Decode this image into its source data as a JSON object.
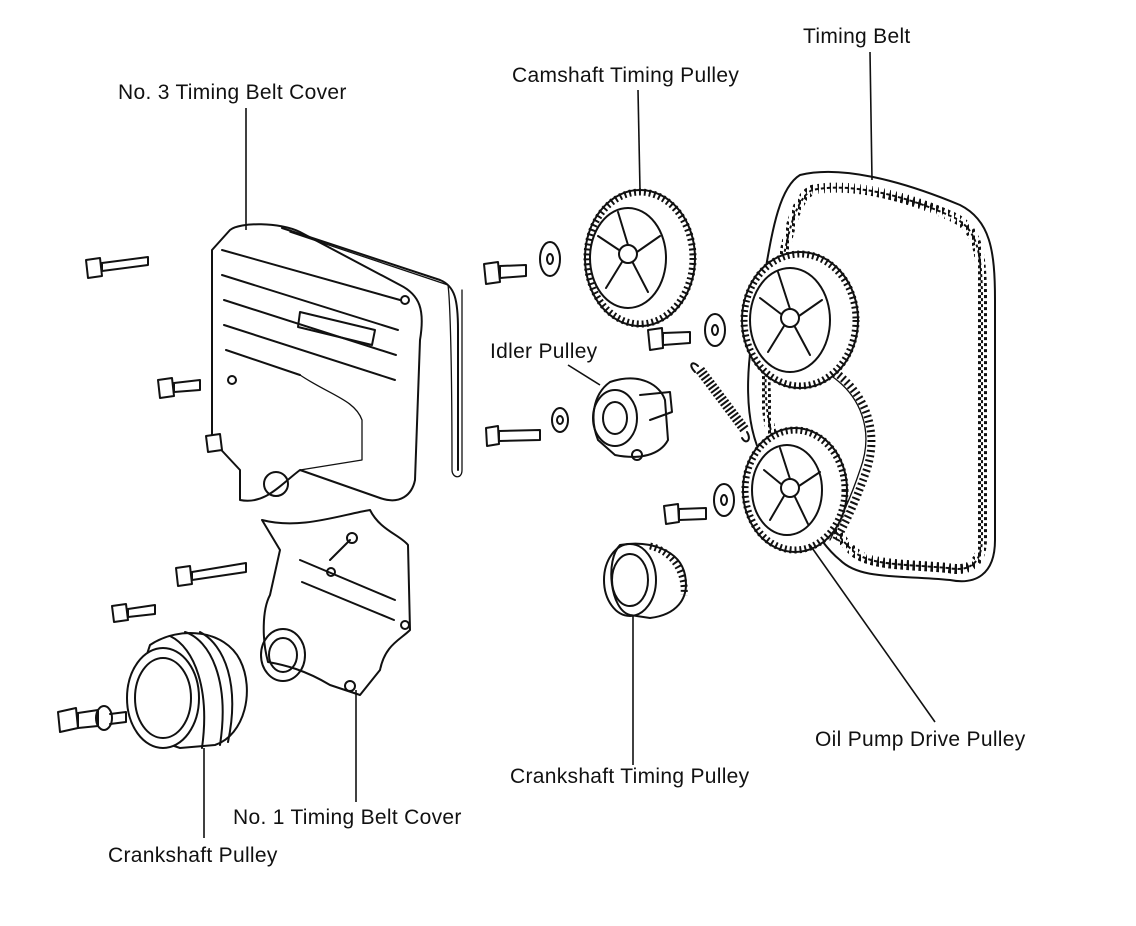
{
  "labels": {
    "timing_belt": "Timing Belt",
    "camshaft_timing_pulley": "Camshaft Timing Pulley",
    "no3_cover": "No. 3 Timing Belt Cover",
    "idler_pulley": "Idler Pulley",
    "oil_pump_drive_pulley": "Oil Pump Drive Pulley",
    "crankshaft_timing_pulley": "Crankshaft Timing Pulley",
    "no1_cover": "No. 1 Timing Belt Cover",
    "crankshaft_pulley": "Crankshaft Pulley"
  }
}
